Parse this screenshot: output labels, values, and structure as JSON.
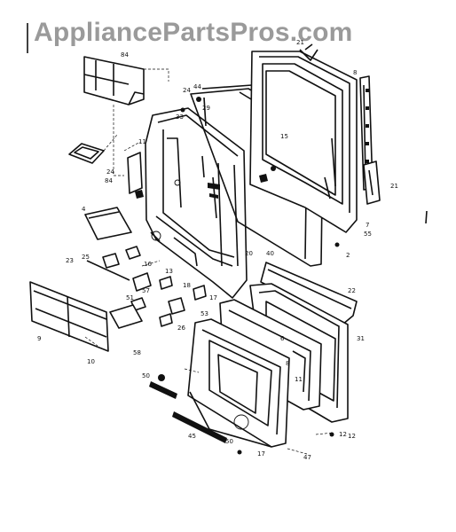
{
  "watermark": {
    "text": "AppliancePartsPros.com",
    "color": "#9a9a9a"
  },
  "diagram": {
    "callouts": [
      "84",
      "24",
      "84",
      "24",
      "4",
      "11",
      "33",
      "44",
      "21",
      "8",
      "21",
      "7",
      "55",
      "2",
      "15",
      "20",
      "40",
      "29",
      "25",
      "23",
      "16",
      "51",
      "57",
      "13",
      "18",
      "17",
      "53",
      "26",
      "12",
      "6",
      "22",
      "31",
      "8",
      "11",
      "10",
      "58",
      "50",
      "45",
      "47",
      "50",
      "17",
      "12",
      "9"
    ]
  }
}
